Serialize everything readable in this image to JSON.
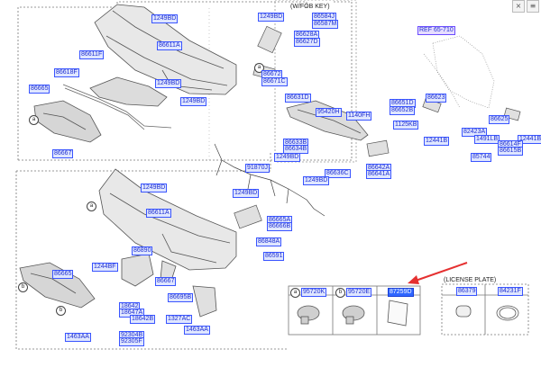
{
  "page": {
    "icons": {
      "close": "close-icon",
      "menu": "menu-icon"
    },
    "colors": {
      "label_bg": "#dfe6ff",
      "label_border": "#3a55ff",
      "label_text": "#1f2fd0",
      "selected_bg": "#2f66ff",
      "arrow": "#e53030"
    }
  },
  "captions": {
    "wfob_key": "(W/FOB KEY)",
    "license_plate": "(LICENSE PLATE)"
  },
  "ref_label": "REF 65-710",
  "callouts": {
    "a": "a",
    "b": "b"
  },
  "labels": {
    "l_1249b_1": "1249BD",
    "l_1249b_2": "1249BD",
    "l_86584": "86584J",
    "l_86587": "86587M",
    "l_86628": "86628A",
    "l_86627": "86627D",
    "l_86611f": "86611F",
    "l_86611a": "86611A",
    "l_86618": "86618F",
    "l_86665": "86665",
    "l_86671": "86671C",
    "l_86672": "86672",
    "l_1249b_3": "1249BD",
    "l_1249b_4": "1249BD",
    "l_86667": "86667",
    "l_86631": "86631D",
    "l_95420": "95420H",
    "l_1140fh": "1140FH",
    "l_86651": "86651D",
    "l_86652": "86652B",
    "l_86623": "86623",
    "l_1125kb": "1125KB",
    "l_12441b_1": "12441B",
    "l_82423": "82423A",
    "l_86625": "86625",
    "l_12441b_2": "12441B",
    "l_1491lb": "1491LB",
    "l_86614": "86614F",
    "l_86615": "86615B",
    "l_85744": "85744",
    "l_86633": "86633B",
    "l_86634": "86634B",
    "l_1249bd_5": "1249BD",
    "l_86636": "86636C",
    "l_1249bd_6": "1249BD",
    "l_86642": "86642A",
    "l_86641": "86641A",
    "l_91870": "91870J",
    "l_1249bd_7": "1249BD",
    "l_1249bd_8": "1249BD",
    "l_86611a_r": "86611A",
    "l_86665_r": "86665A",
    "l_86666": "86666B",
    "l_86848": "86848A",
    "l_86591": "86591",
    "l_86890": "86890",
    "l_1244bf": "1244BF",
    "l_86665b": "86665",
    "l_86667b": "86667",
    "l_86695": "86695B",
    "l_1327ac": "1327AC",
    "l_18642_1": "18642",
    "l_18642_2": "18647A",
    "l_18642_3": "18642B",
    "l_1463aa_1": "1463AA",
    "l_1463aa_2": "1463AA",
    "l_92304": "92304B",
    "l_92305": "92305F",
    "l_95720k": "95720K",
    "l_95720e": "95720E",
    "l_87259": "87259D",
    "l_86379": "86379",
    "l_84231": "84231F"
  }
}
